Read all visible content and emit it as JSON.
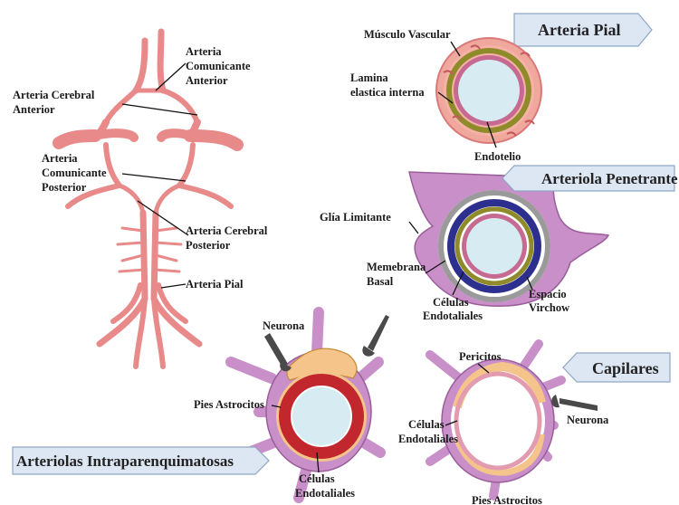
{
  "colors": {
    "artery": "#e98a8a",
    "glia": "#c98fc9",
    "banner_fill": "#dde6f3",
    "lumen": "#d6ecf2"
  },
  "brain": {
    "labels": {
      "acoa": [
        "Arteria",
        "Comunicante",
        "Anterior"
      ],
      "aca": [
        "Arteria Cerebral",
        "Anterior"
      ],
      "acop": [
        "Arteria",
        "Comunicante",
        "Posterior"
      ],
      "acp": [
        "Arteria Cerebral",
        "Posterior"
      ],
      "pial": "Arteria Pial"
    }
  },
  "pial_artery": {
    "title": "Arteria Pial",
    "labels": {
      "muscle": "Músculo Vascular",
      "lamina": [
        "Lamina",
        "elastica interna"
      ],
      "endo": "Endotelio"
    }
  },
  "penetrating": {
    "title": "Arteriola  Penetrante",
    "labels": {
      "glia": "Glía Limitante",
      "membrane": [
        "Memebrana",
        "Basal"
      ],
      "cells": [
        "Células",
        "Endotaliales"
      ],
      "space": [
        "Espacio",
        "Virchow"
      ]
    }
  },
  "intraparenchymal": {
    "title": "Arteriolas Intraparenquimatosas",
    "labels": {
      "neuron": "Neurona",
      "feet": "Pies Astrocitos",
      "cells": [
        "Células",
        "Endotaliales"
      ]
    }
  },
  "capillaries": {
    "title": "Capilares",
    "labels": {
      "pericytes": "Pericitos",
      "neuron": "Neurona",
      "cells": [
        "Células",
        "Endotaliales"
      ],
      "feet": "Pies Astrocitos"
    }
  }
}
